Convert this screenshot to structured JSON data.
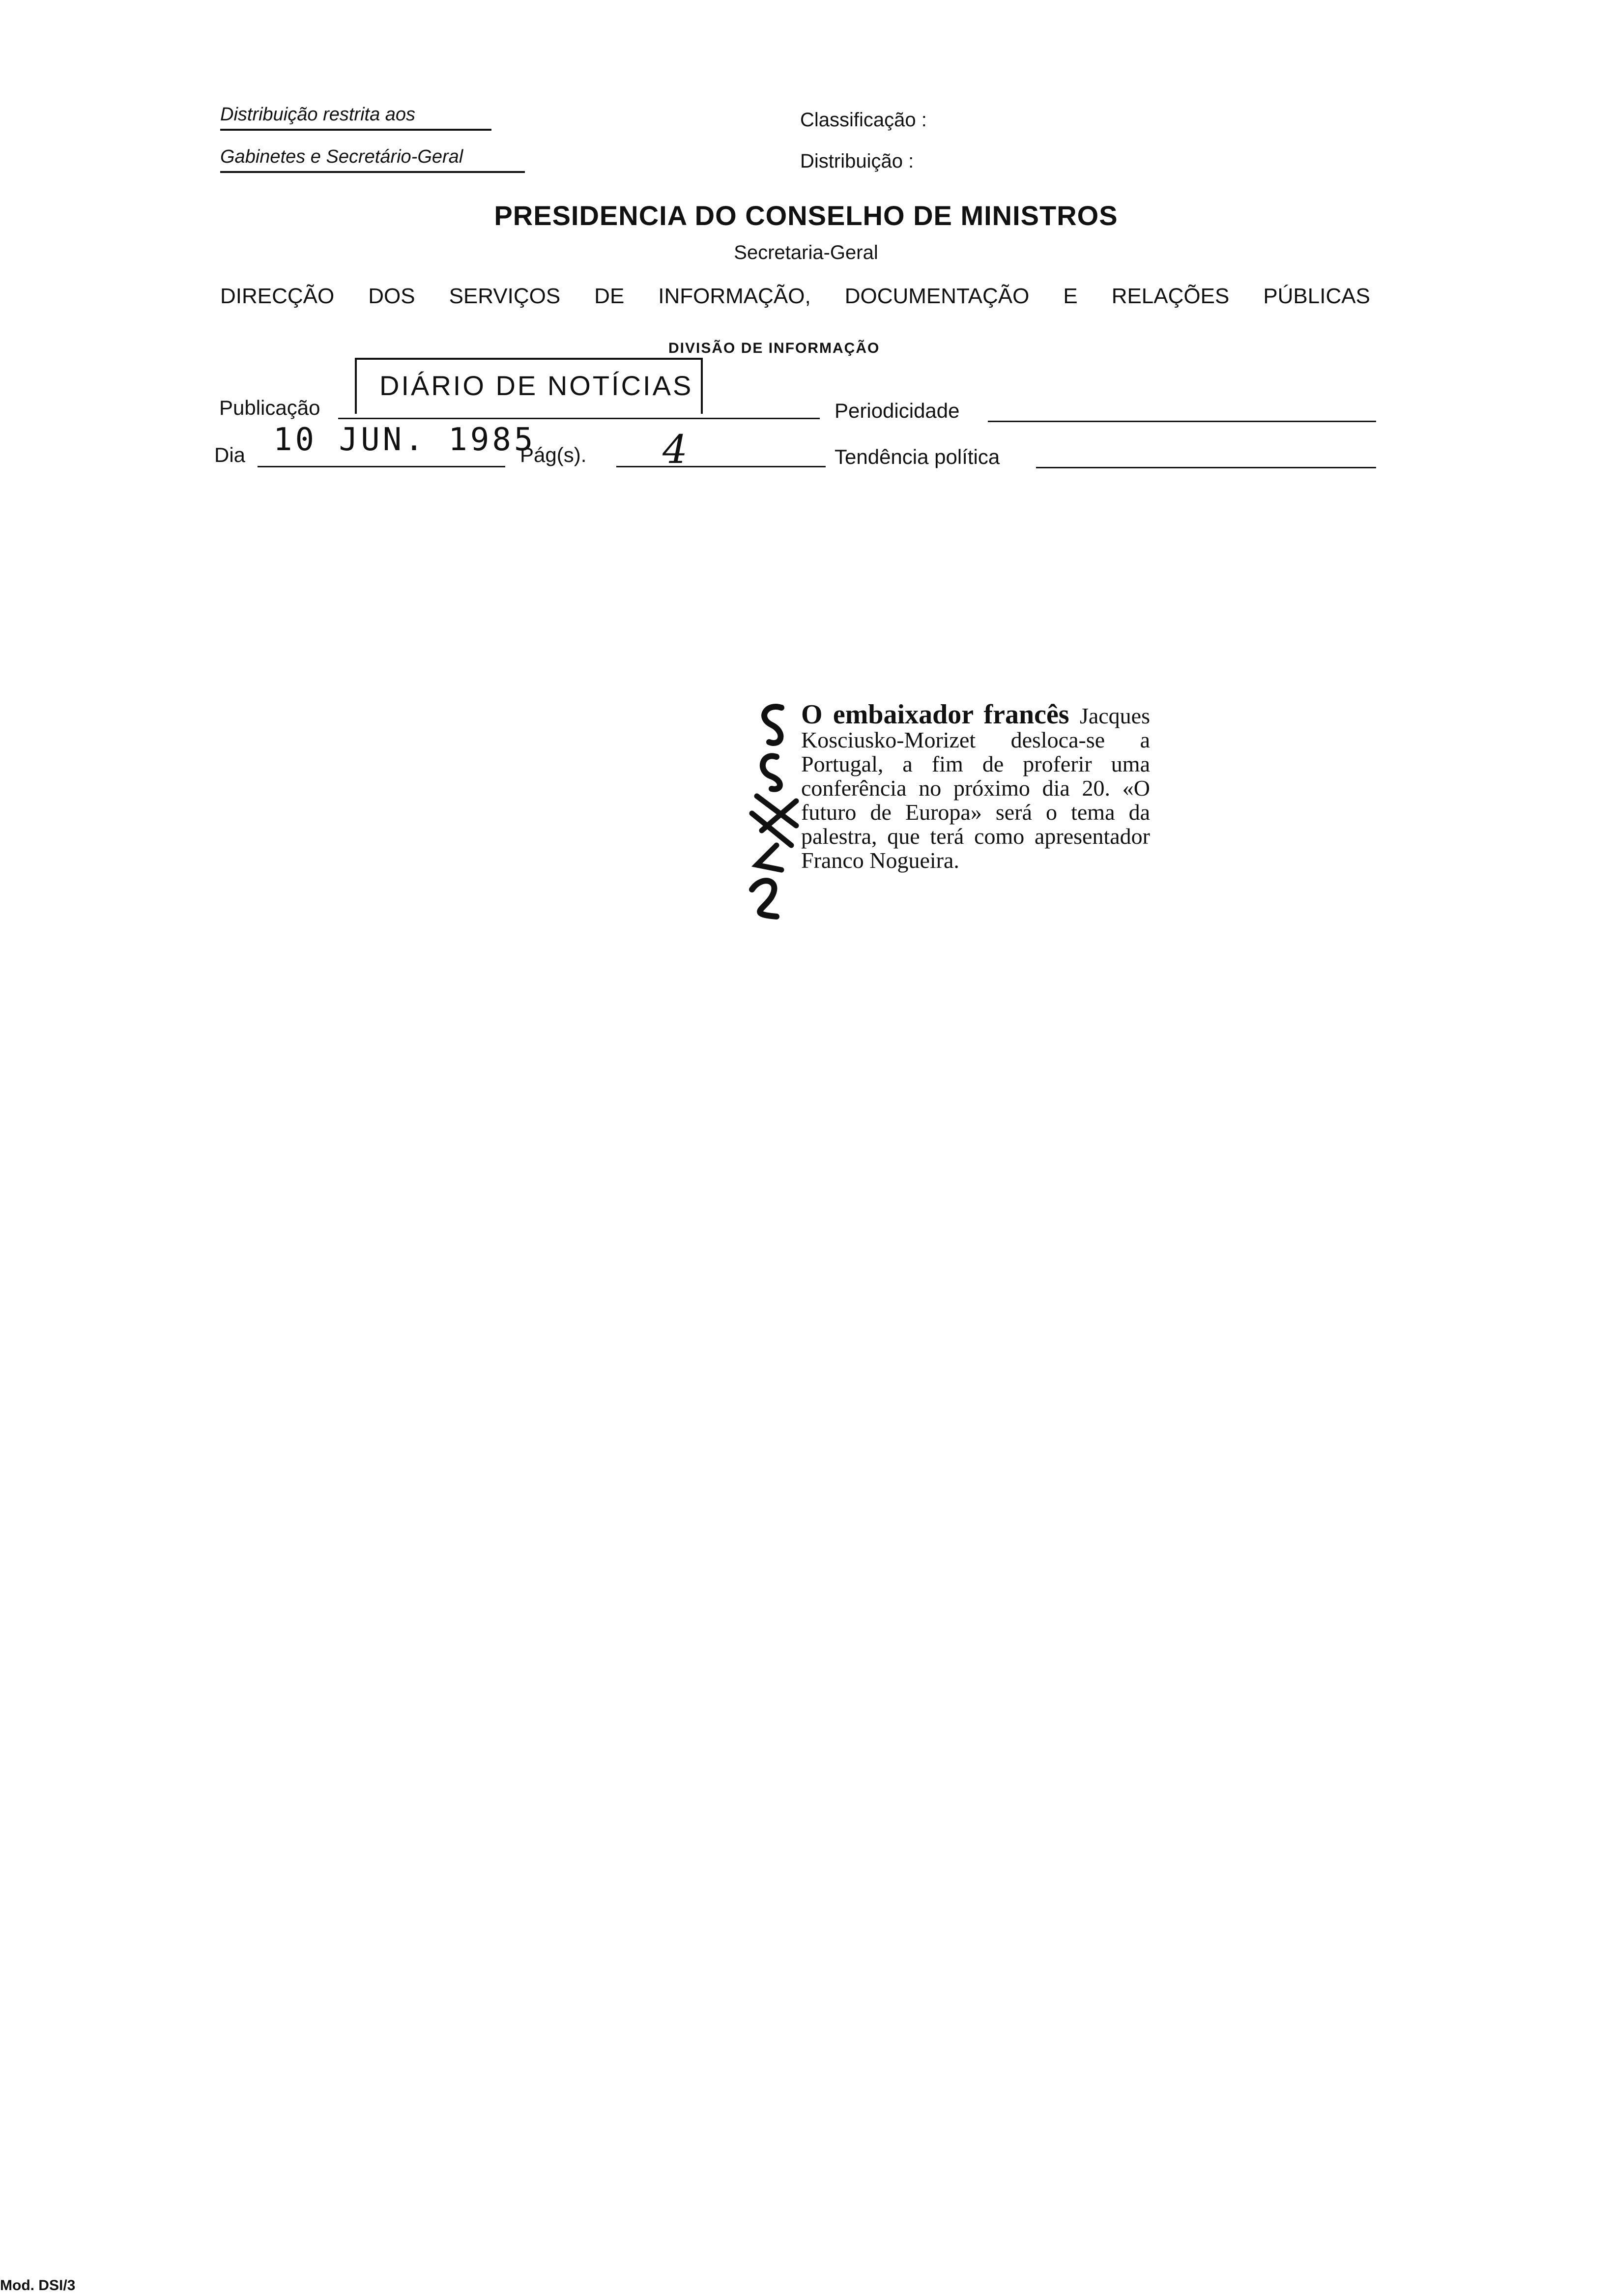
{
  "header": {
    "restriction_line1": "Distribuição restrita aos",
    "restriction_line2": "Gabinetes e Secretário-Geral",
    "classification_label": "Classificação :",
    "distribution_label": "Distribuição :"
  },
  "org": {
    "title": "PRESIDENCIA DO CONSELHO DE MINISTROS",
    "subtitle": "Secretaria-Geral",
    "directorate": [
      "DIRECÇÃO",
      "DOS",
      "SERVIÇOS",
      "DE",
      "INFORMAÇÃO,",
      "DOCUMENTAÇÃO",
      "E",
      "RELAÇÕES",
      "PÚBLICAS"
    ],
    "division": "DIVISÃO DE INFORMAÇÃO"
  },
  "form": {
    "publication_label": "Publicação",
    "publication_value": "DIÁRIO DE NOTÍCIAS",
    "periodicity_label": "Periodicidade",
    "day_label": "Dia",
    "day_value": "10 JUN. 1985",
    "pages_label": "Pág(s).",
    "pages_value": "4",
    "tendency_label": "Tendência política"
  },
  "article": {
    "lead": "O embaixador francês",
    "body": "Jacques Kosciusko-Morizet desloca-se a Portugal, a fim de proferir uma conferência no próximo dia 20. «O futuro de Europa» será o tema da palestra, que terá como apresentador Franco Nogueira."
  },
  "footer": {
    "form_code": "Mod. DSI/3"
  }
}
